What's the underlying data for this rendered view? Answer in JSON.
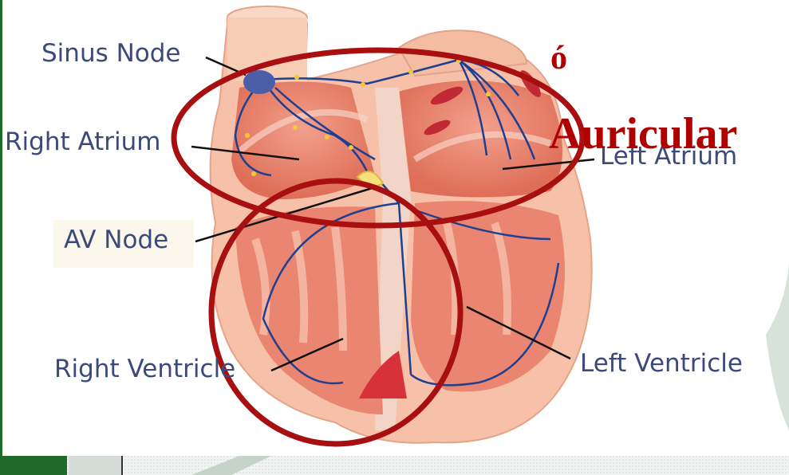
{
  "labels": {
    "sinus_node": "Sinus Node",
    "right_atrium": "Right Atrium",
    "av_node": "AV Node",
    "right_ventricle": "Right Ventricle",
    "left_atrium": "Left Atrium",
    "left_ventricle": "Left Ventricle"
  },
  "overlay": {
    "line1": "ó",
    "line2": "Auricular"
  },
  "colors": {
    "highlight_ring": "#a80f10",
    "overlay_text": "#b00000",
    "label_text": "#3c4a7a",
    "conduction_path": "#1f3f8f",
    "heart_tissue": "#e8826e",
    "heart_outer": "#f6c1a8",
    "left_bar": "#1d6a2a"
  }
}
